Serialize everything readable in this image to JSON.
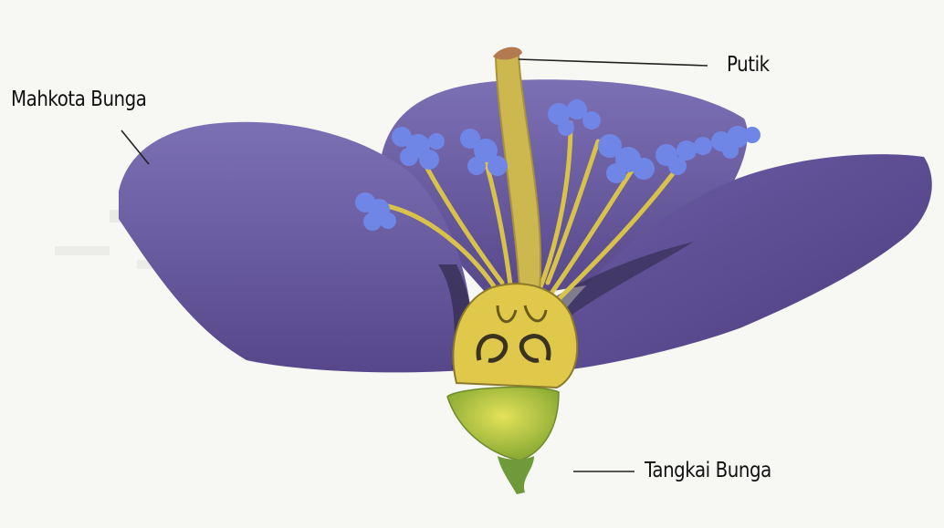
{
  "labels": {
    "mahkota": "Mahkota Bunga",
    "putik": "Putik",
    "tangkai": "Tangkai Bunga"
  },
  "colors": {
    "petal": "#6a5a9e",
    "petal_dark": "#4f3f82",
    "anther": "#6f86e6",
    "filament": "#d9c24a",
    "receptacle": "#a9c43a",
    "stem": "#6e9a3a"
  }
}
